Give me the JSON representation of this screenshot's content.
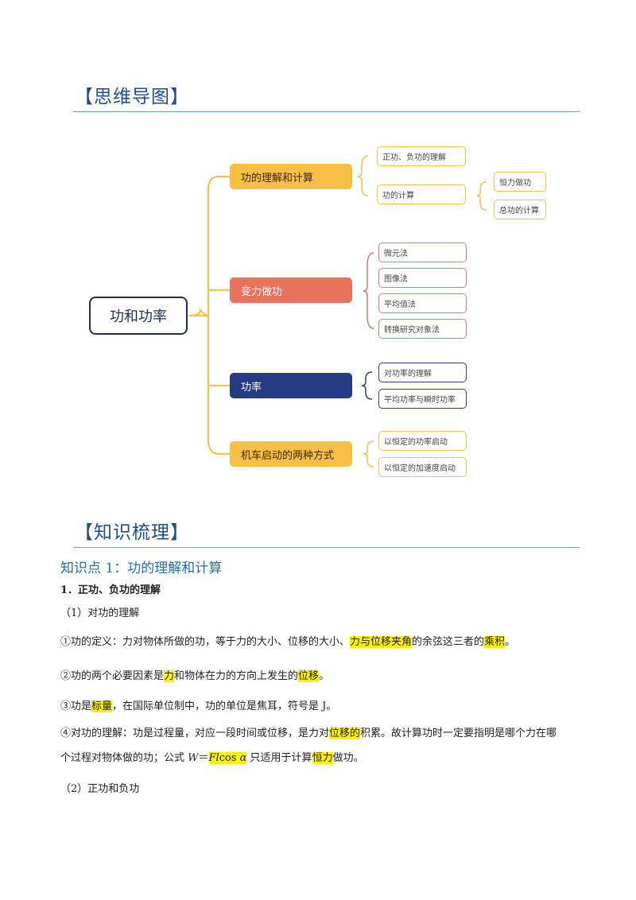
{
  "mindmap_heading": "【思维导图】",
  "knowledge_heading": "【知识梳理】",
  "mindmap": {
    "root": "功和功率",
    "branches": [
      {
        "label": "功的理解和计算",
        "children": [
          "正功、负功的理解",
          "功的计算"
        ],
        "sub_children": [
          "恒力做功",
          "总功的计算"
        ]
      },
      {
        "label": "变力做功",
        "children": [
          "微元法",
          "图像法",
          "平均值法",
          "转换研究对象法"
        ]
      },
      {
        "label": "功率",
        "children": [
          "对功率的理解",
          "平均功率与瞬时功率"
        ]
      },
      {
        "label": "机车启动的两种方式",
        "children": [
          "以恒定的功率启动",
          "以恒定的加速度启动"
        ]
      }
    ],
    "colors": {
      "gold": "#f7bf45",
      "gold_border": "#f2c14e",
      "coral": "#e8735c",
      "coral_border": "#d97a6c",
      "navy": "#253b84",
      "navy_border": "#2c4180",
      "connector": "#f3c44d",
      "root_border": "#1f2d5a"
    }
  },
  "kp1": {
    "title": "知识点 1：功的理解和计算",
    "h1": "1．正功、负功的理解",
    "sub1": "（1）对功的理解",
    "p1": {
      "a": "①功的定义：力对物体所做的功，等于力的大小、位移的大小、",
      "b": "力与位移夹角",
      "c": "的余弦这三者的",
      "d": "乘积",
      "e": "。"
    },
    "p2": {
      "a": "②功的两个必要因素是",
      "b": "力",
      "c": "和物体在力的方向上发生的",
      "d": "位移",
      "e": "。"
    },
    "p3": {
      "a": "③功是",
      "b": "标量",
      "c": "，在国际单位制中，功的单位是焦耳，符号是 J。"
    },
    "p4": {
      "a": "④对功的理解：功是过程量，对应一段时间或位移，是力对",
      "b": "位移的",
      "c": "积累。故计算功时一定要指明是哪个力在哪"
    },
    "p5": {
      "a": "个过程对物体做的功；公式 ",
      "w": "W",
      "eq": "＝",
      "f": "Fl",
      "cos": "cos ",
      "alpha": "α",
      "b": " 只适用于计算",
      "c": "恒力",
      "d": "做功。"
    },
    "sub2": "（2）正功和负功"
  }
}
